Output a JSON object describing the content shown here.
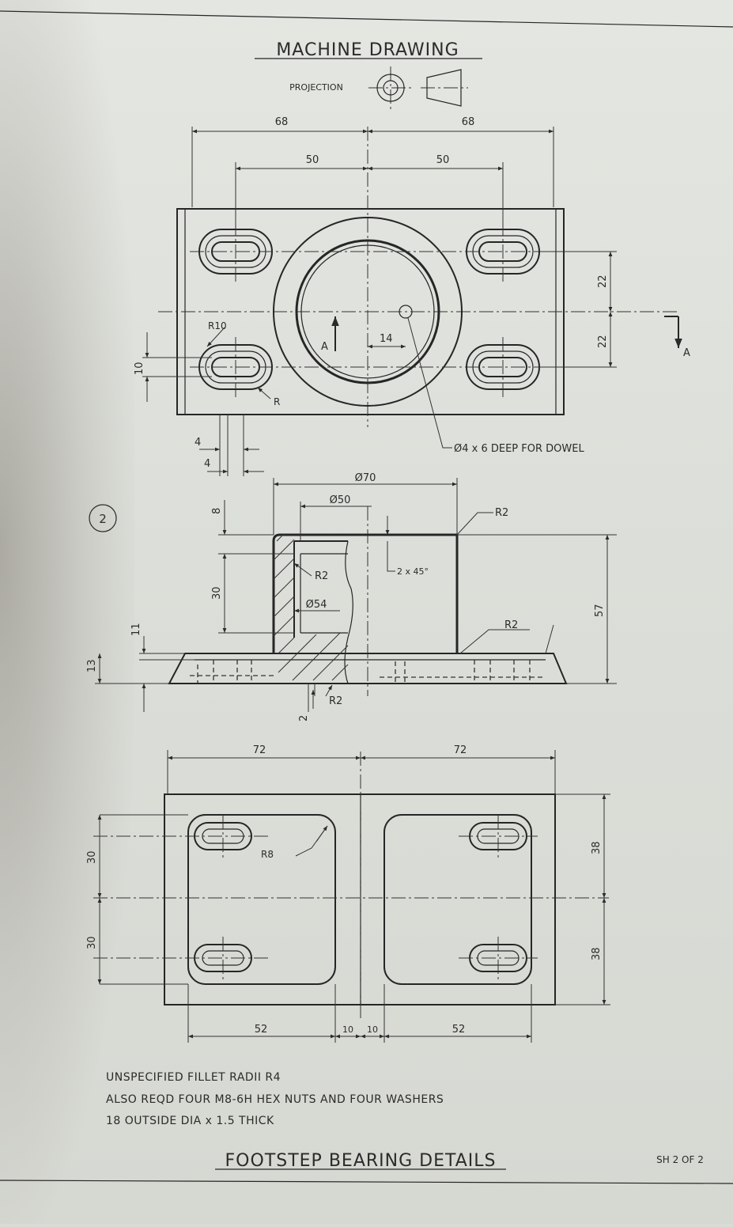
{
  "header": {
    "title": "MACHINE DRAWING",
    "projection_label": "PROJECTION"
  },
  "figure_number": "2",
  "top_view": {
    "dims": {
      "left_68": "68",
      "right_68": "68",
      "left_50": "50",
      "right_50": "50",
      "upper_22": "22",
      "lower_22": "22",
      "offset_14": "14",
      "slot_10": "10",
      "gap_4a": "4",
      "gap_4b": "4"
    },
    "labels": {
      "r10": "R10",
      "r": "R",
      "section_a_left": "A",
      "section_a_right": "A",
      "dowel_note": "Ø4 x 6 DEEP FOR DOWEL"
    }
  },
  "front_view": {
    "dims": {
      "d70": "Ø70",
      "d50": "Ø50",
      "d54": "Ø54",
      "h57": "57",
      "h30": "30",
      "h8": "8",
      "h11": "11",
      "h13": "13",
      "h2": "2"
    },
    "labels": {
      "r2_top": "R2",
      "r2_inner": "R2",
      "r2_right": "R2",
      "r2_bottom": "R2",
      "chamfer": "2 x 45°"
    }
  },
  "bottom_view": {
    "dims": {
      "left_72": "72",
      "right_72": "72",
      "left_30a": "30",
      "left_30b": "30",
      "right_38a": "38",
      "right_38b": "38",
      "left_52": "52",
      "right_52": "52",
      "gap_10a": "10",
      "gap_10b": "10"
    },
    "labels": {
      "r8": "R8"
    }
  },
  "notes": [
    "UNSPECIFIED FILLET RADII R4",
    "ALSO REQD FOUR M8-6H HEX NUTS AND FOUR WASHERS",
    "18 OUTSIDE DIA x 1.5 THICK"
  ],
  "footer": {
    "title": "FOOTSTEP BEARING DETAILS",
    "sheet": "SH 2 OF 2"
  }
}
